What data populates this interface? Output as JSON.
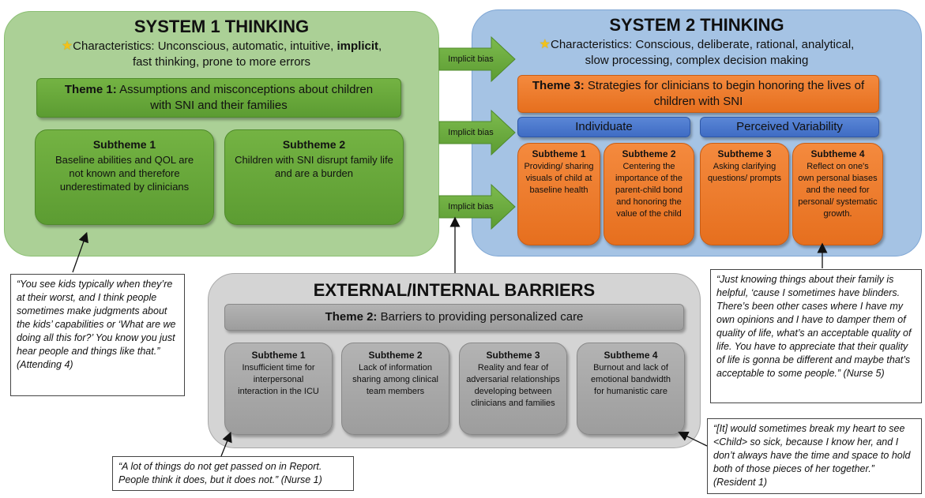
{
  "system1": {
    "title": "SYSTEM 1 THINKING",
    "characteristics_prefix": "Characteristics: Unconscious, automatic, intuitive, ",
    "characteristics_bold": "implicit",
    "characteristics_suffix": ",",
    "characteristics_line2": "fast thinking, prone to more errors",
    "theme": {
      "label": "Theme 1:",
      "text": "Assumptions and misconceptions about children with SNI and their families"
    },
    "subthemes": [
      {
        "title": "Subtheme 1",
        "text": "Baseline abilities and QOL are not known and therefore underestimated by clinicians"
      },
      {
        "title": "Subtheme 2",
        "text": "Children with SNI disrupt family life and are a burden"
      }
    ]
  },
  "system2": {
    "title": "SYSTEM 2 THINKING",
    "characteristics_line1": "Characteristics: Conscious, deliberate, rational, analytical,",
    "characteristics_line2": "slow processing, complex decision making",
    "theme": {
      "label": "Theme 3:",
      "text": "Strategies for clinicians to begin honoring the lives of children with SNI"
    },
    "categories": [
      "Individuate",
      "Perceived Variability"
    ],
    "subthemes": [
      {
        "title": "Subtheme 1",
        "text": "Providing/ sharing visuals of child at baseline health"
      },
      {
        "title": "Subtheme 2",
        "text": "Centering the importance of the parent-child bond and honoring the value of the child"
      },
      {
        "title": "Subtheme 3",
        "text": "Asking clarifying questions/ prompts"
      },
      {
        "title": "Subtheme 4",
        "text": "Reflect on one's own personal biases and the need for personal/ systematic growth."
      }
    ]
  },
  "barriers": {
    "title": "EXTERNAL/INTERNAL BARRIERS",
    "theme": {
      "label": "Theme 2:",
      "text": "Barriers to providing personalized care"
    },
    "subthemes": [
      {
        "title": "Subtheme 1",
        "text": "Insufficient time for interpersonal interaction in the ICU"
      },
      {
        "title": "Subtheme 2",
        "text": "Lack of information sharing among clinical team members"
      },
      {
        "title": "Subtheme 3",
        "text": "Reality and fear of adversarial relationships developing between clinicians and families"
      },
      {
        "title": "Subtheme 4",
        "text": "Burnout and lack of emotional bandwidth for humanistic care"
      }
    ]
  },
  "arrows": [
    "Implicit bias",
    "Implicit bias",
    "Implicit bias"
  ],
  "quotes": [
    {
      "text": "“You see kids typically when they’re at their worst, and I think people sometimes make judgments about the kids’ capabilities or ‘What are we doing all this for?’  You know you just hear people and things like that.”",
      "source": "(Attending 4)"
    },
    {
      "text": "“A lot of things do not get passed on in Report. People think it does, but it does not.”",
      "source": "(Nurse 1)"
    },
    {
      "text": "“Just knowing things about their family is helpful, ‘cause I sometimes have blinders. There’s been other cases where I have my own opinions and I have to damper them of quality of life, what’s an acceptable quality of life.  You have to appreciate that their quality of life is gonna be different and maybe that’s acceptable to some people.”",
      "source": "(Nurse 5)"
    },
    {
      "text": "“[It] would sometimes break my heart to see <Child> so sick, because I know her, and I don’t always have the time and space to hold both of those pieces of her together.”",
      "source": "(Resident 1)"
    }
  ],
  "icons": {
    "star": "star-icon",
    "arrow": "right-arrow-icon"
  },
  "colors": {
    "system1_bg": "#abd096",
    "system2_bg": "#a5c3e4",
    "barriers_bg": "#d4d4d4",
    "green": "#70ad47",
    "orange": "#ed7d31",
    "blue": "#4472c4",
    "gray": "#a5a5a5"
  }
}
